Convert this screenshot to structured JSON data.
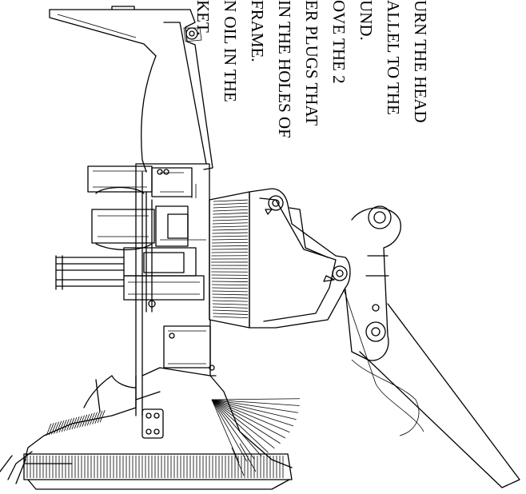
{
  "instructions": {
    "lines": [
      "URN THE HEAD",
      "ALLEL TO THE",
      "UND.",
      "OVE  THE 2",
      "ER PLUGS THAT",
      "IN THE HOLES OF",
      "FRAME.",
      "N OIL IN THE",
      "KET."
    ]
  }
}
